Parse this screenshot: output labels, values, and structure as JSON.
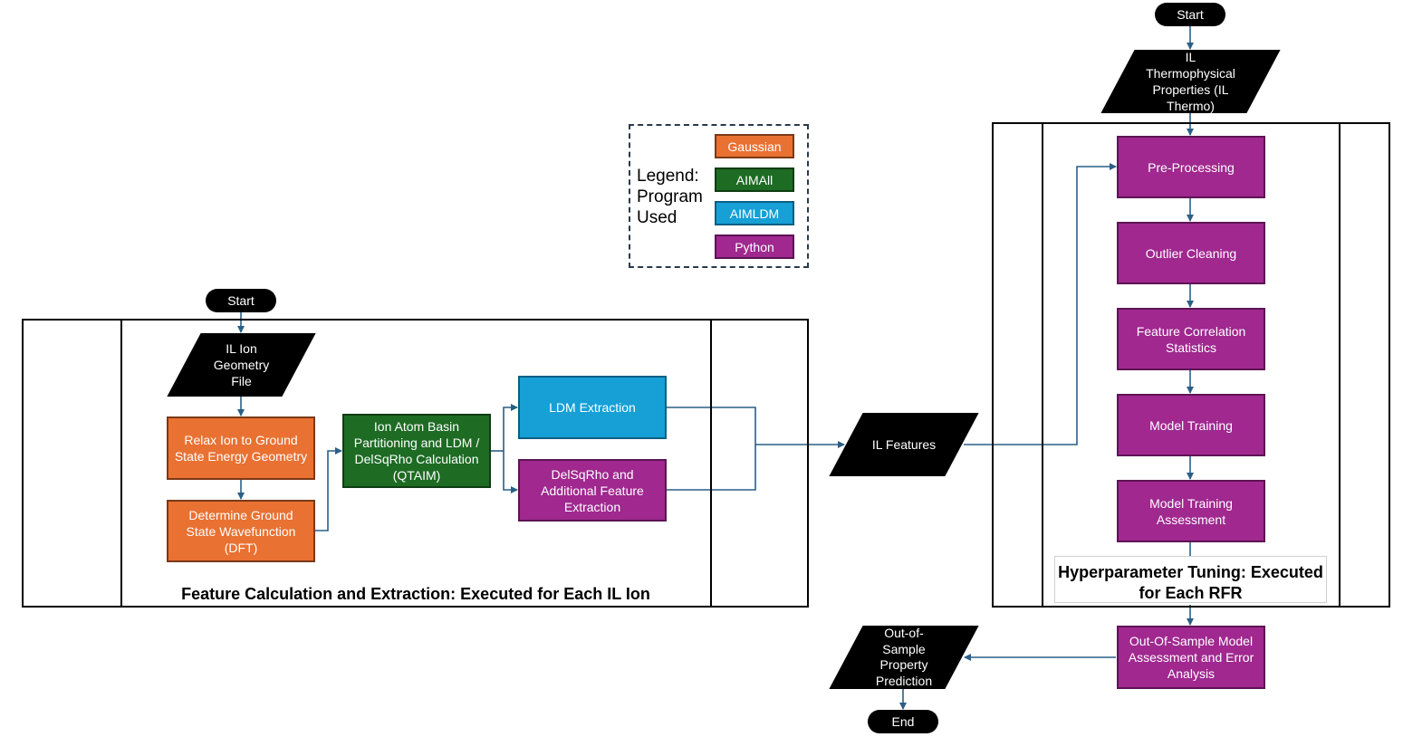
{
  "colors": {
    "gaussian": "#e97132",
    "aimall": "#1e6b24",
    "aimldm": "#16a0d6",
    "python": "#a0288f",
    "terminal": "#000000",
    "connector": "#2a5f86"
  },
  "legend": {
    "title_lines": [
      "Legend:",
      "Program",
      "Used"
    ],
    "items": [
      "Gaussian",
      "AIMAll",
      "AIMLDM",
      "Python"
    ]
  },
  "left_flow": {
    "start": "Start",
    "input_lines": [
      "IL Ion",
      "Geometry",
      "File"
    ],
    "relax_lines": [
      "Relax Ion to Ground",
      "State Energy Geometry"
    ],
    "wavefunction_lines": [
      "Determine Ground",
      "State Wavefunction",
      "(DFT)"
    ],
    "qtaim_lines": [
      "Ion Atom Basin",
      "Partitioning and LDM /",
      "DelSqRho Calculation",
      "(QTAIM)"
    ],
    "ldm_extraction": "LDM Extraction",
    "delsqrho_lines": [
      "DelSqRho and",
      "Additional Feature",
      "Extraction"
    ],
    "lane_title": "Feature Calculation and Extraction: Executed for Each IL Ion"
  },
  "il_features": "IL Features",
  "right_flow": {
    "start": "Start",
    "input_lines": [
      "IL",
      "Thermophysical",
      "Properties (IL",
      "Thermo)"
    ],
    "pre_processing": "Pre-Processing",
    "outlier_cleaning": "Outlier Cleaning",
    "feature_corr_lines": [
      "Feature Correlation",
      "Statistics"
    ],
    "model_training": "Model Training",
    "model_assessment_lines": [
      "Model Training",
      "Assessment"
    ],
    "lane_title_lines": [
      "Hyperparameter Tuning: Executed",
      "for Each RFR"
    ],
    "oos_model_lines": [
      "Out-Of-Sample Model",
      "Assessment and Error",
      "Analysis"
    ],
    "oos_prediction_lines": [
      "Out-of-",
      "Sample",
      "Property",
      "Prediction"
    ],
    "end": "End"
  }
}
